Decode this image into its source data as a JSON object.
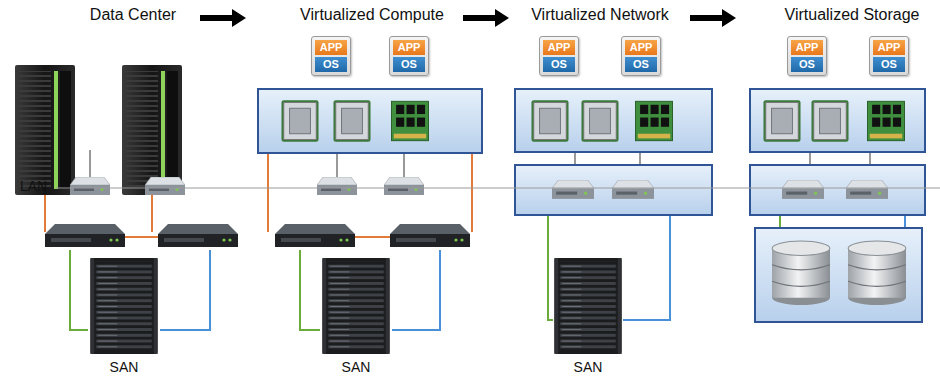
{
  "diagram": {
    "nodes": [
      {
        "text": [
          "APP",
          "OS"
        ]
      },
      {
        "text": [
          "APP",
          "OS"
        ]
      },
      {
        "text": [
          "APP",
          "OS"
        ]
      },
      {
        "text": [
          "APP",
          "OS"
        ]
      },
      {
        "text": [
          "APP",
          "OS"
        ]
      },
      {
        "text": [
          "APP",
          "OS"
        ]
      }
    ],
    "labels": [
      "Data Center",
      "Virtualized Compute",
      "Virtualized Network",
      "Virtualized Storage",
      "LAN",
      "SAN",
      "SAN",
      "SAN"
    ]
  }
}
